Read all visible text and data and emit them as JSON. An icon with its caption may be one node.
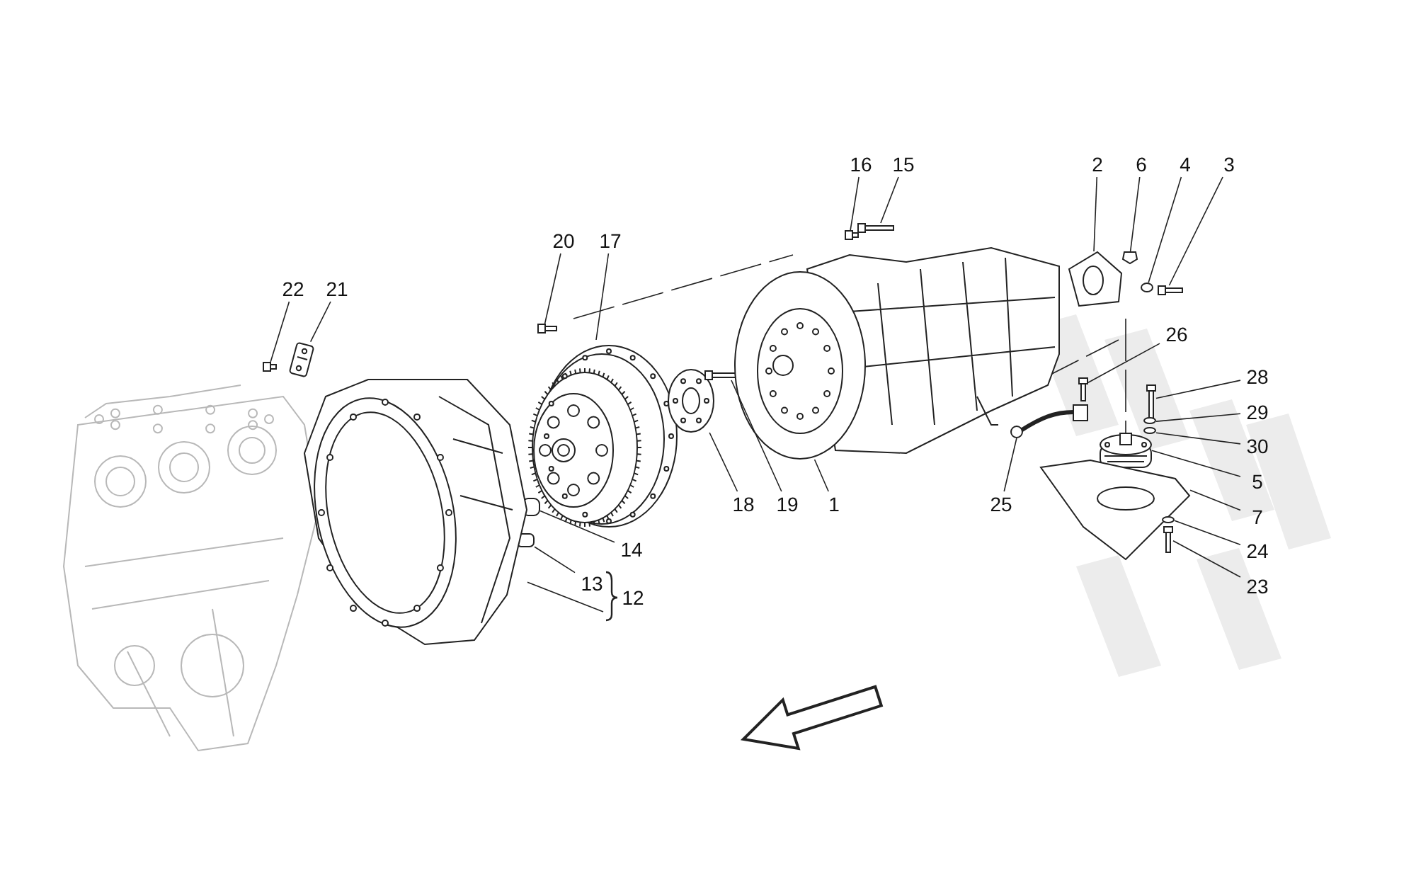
{
  "diagram": {
    "nodes": [
      {
        "text": [
          "16"
        ]
      },
      {
        "text": [
          "15"
        ]
      },
      {
        "text": [
          "2"
        ]
      },
      {
        "text": [
          "6"
        ]
      },
      {
        "text": [
          "4"
        ]
      },
      {
        "text": [
          "3"
        ]
      },
      {
        "text": [
          "20"
        ]
      },
      {
        "text": [
          "17"
        ]
      },
      {
        "text": [
          "22"
        ]
      },
      {
        "text": [
          "21"
        ]
      },
      {
        "text": [
          "26"
        ]
      },
      {
        "text": [
          "28"
        ]
      },
      {
        "text": [
          "29"
        ]
      },
      {
        "text": [
          "30"
        ]
      },
      {
        "text": [
          "5"
        ]
      },
      {
        "text": [
          "7"
        ]
      },
      {
        "text": [
          "18"
        ]
      },
      {
        "text": [
          "19"
        ]
      },
      {
        "text": [
          "1"
        ]
      },
      {
        "text": [
          "25"
        ]
      },
      {
        "text": [
          "14"
        ]
      },
      {
        "text": [
          "24"
        ]
      },
      {
        "text": [
          "13"
        ]
      },
      {
        "text": [
          "12"
        ]
      },
      {
        "text": [
          "23"
        ]
      },
      {
        "text": [],
        "shape": "bolt"
      },
      {
        "text": [],
        "shape": "bolt"
      },
      {
        "text": [],
        "shape": "picture"
      },
      {
        "text": [],
        "shape": "nut"
      },
      {
        "text": [],
        "shape": "washer"
      },
      {
        "text": [],
        "shape": "bolt"
      },
      {
        "text": [],
        "shape": "bolt"
      },
      {
        "text": [],
        "shape": "picture"
      },
      {
        "text": [],
        "shape": "bolt"
      },
      {
        "text": [],
        "shape": "picture"
      },
      {
        "text": [],
        "shape": "bolt"
      },
      {
        "text": [],
        "shape": "bolt"
      },
      {
        "text": [],
        "shape": "washer"
      },
      {
        "text": [],
        "shape": "washer"
      },
      {
        "text": [],
        "shape": "picture"
      },
      {
        "text": [],
        "shape": "picture"
      },
      {
        "text": [],
        "shape": "picture"
      },
      {
        "text": [],
        "shape": "bolt"
      },
      {
        "text": [],
        "shape": "picture"
      },
      {
        "text": [],
        "shape": "picture"
      },
      {
        "text": [],
        "shape": "cylinder"
      },
      {
        "text": [],
        "shape": "washer"
      },
      {
        "text": [],
        "shape": "cylinder"
      },
      {
        "text": [],
        "shape": "picture"
      },
      {
        "text": [],
        "shape": "bolt"
      }
    ],
    "edges": [
      {
        "from": 0,
        "to": 25,
        "arrow": "none"
      },
      {
        "from": 1,
        "to": 26,
        "arrow": "none"
      },
      {
        "from": 2,
        "to": 27,
        "arrow": "none"
      },
      {
        "from": 3,
        "to": 28,
        "arrow": "none"
      },
      {
        "from": 4,
        "to": 29,
        "arrow": "none"
      },
      {
        "from": 5,
        "to": 30,
        "arrow": "none"
      },
      {
        "from": 6,
        "to": 31,
        "arrow": "none"
      },
      {
        "from": 7,
        "to": 32,
        "arrow": "none"
      },
      {
        "from": 8,
        "to": 33,
        "arrow": "none"
      },
      {
        "from": 9,
        "to": 34,
        "arrow": "none"
      },
      {
        "from": 10,
        "to": 35,
        "arrow": "none"
      },
      {
        "from": 11,
        "to": 36,
        "arrow": "none"
      },
      {
        "from": 12,
        "to": 37,
        "arrow": "none"
      },
      {
        "from": 13,
        "to": 38,
        "arrow": "none"
      },
      {
        "from": 14,
        "to": 39,
        "arrow": "none"
      },
      {
        "from": 15,
        "to": 40,
        "arrow": "none"
      },
      {
        "from": 16,
        "to": 41,
        "arrow": "none"
      },
      {
        "from": 17,
        "to": 42,
        "arrow": "none"
      },
      {
        "from": 18,
        "to": 43,
        "arrow": "none"
      },
      {
        "from": 19,
        "to": 44,
        "arrow": "none"
      },
      {
        "from": 20,
        "to": 45,
        "arrow": "none"
      },
      {
        "from": 21,
        "to": 46,
        "arrow": "none"
      },
      {
        "from": 22,
        "to": 47,
        "arrow": "none"
      },
      {
        "from": 23,
        "to": 48,
        "arrow": "none"
      },
      {
        "from": 24,
        "to": 49,
        "arrow": "none"
      }
    ]
  }
}
